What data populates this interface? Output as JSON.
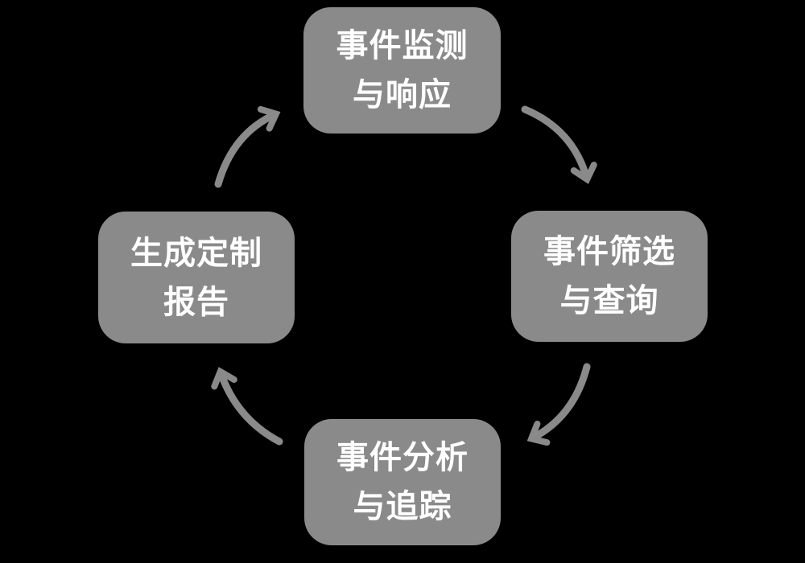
{
  "diagram": {
    "type": "cycle",
    "colors": {
      "bg": "#000000",
      "node": "#8a8a8a",
      "text": "#ffffff",
      "arrow": "#8a8a8a"
    },
    "nodes": [
      {
        "id": "event-monitoring-response",
        "position": "top",
        "lines": [
          "事件监测",
          "与响应"
        ]
      },
      {
        "id": "event-filtering-query",
        "position": "right",
        "lines": [
          "事件筛选",
          "与查询"
        ]
      },
      {
        "id": "event-analysis-tracking",
        "position": "bottom",
        "lines": [
          "事件分析",
          "与追踪"
        ]
      },
      {
        "id": "generate-custom-report",
        "position": "left",
        "lines": [
          "生成定制",
          "报告"
        ]
      }
    ],
    "connections": [
      {
        "from": "event-monitoring-response",
        "to": "event-filtering-query"
      },
      {
        "from": "event-filtering-query",
        "to": "event-analysis-tracking"
      },
      {
        "from": "event-analysis-tracking",
        "to": "generate-custom-report"
      },
      {
        "from": "generate-custom-report",
        "to": "event-monitoring-response"
      }
    ]
  }
}
